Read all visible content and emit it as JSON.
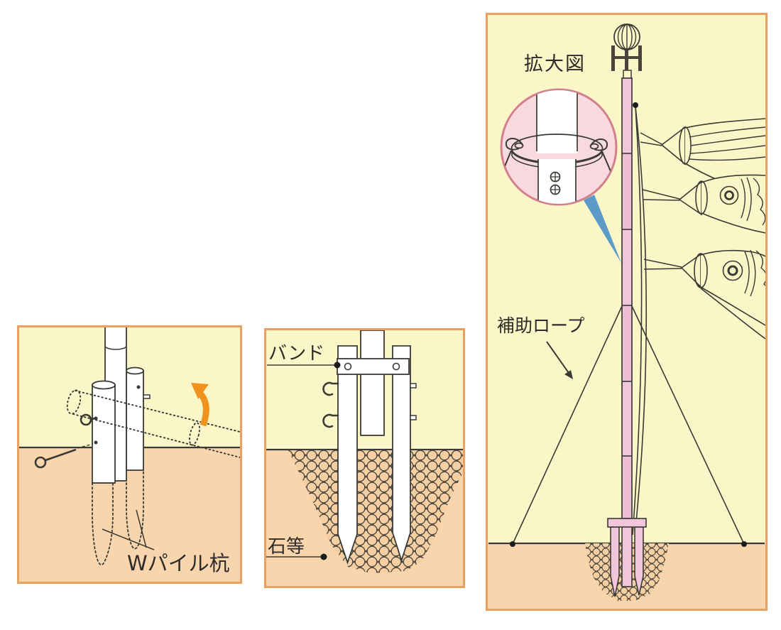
{
  "colors": {
    "panel_background": "#FBF6C8",
    "panel_border": "#E8A160",
    "ground": "#F8D5AC",
    "stone_fill": "#F6CFA3",
    "line": "#3a3a35",
    "pole_pink": "#F1C6DA",
    "detail_circle_fill": "#F8D9DE",
    "detail_circle_border": "#D2808E",
    "callout_blue": "#5C9BC8",
    "arrow_orange": "#F0921E",
    "text": "#2E2B28"
  },
  "panels": {
    "left": {
      "label_w_pile_stake": "Wパイル杭"
    },
    "middle": {
      "label_band": "バンド",
      "label_stones": "石等"
    },
    "right": {
      "label_enlarged_view": "拡大図",
      "label_support_rope": "補助ロープ"
    }
  }
}
